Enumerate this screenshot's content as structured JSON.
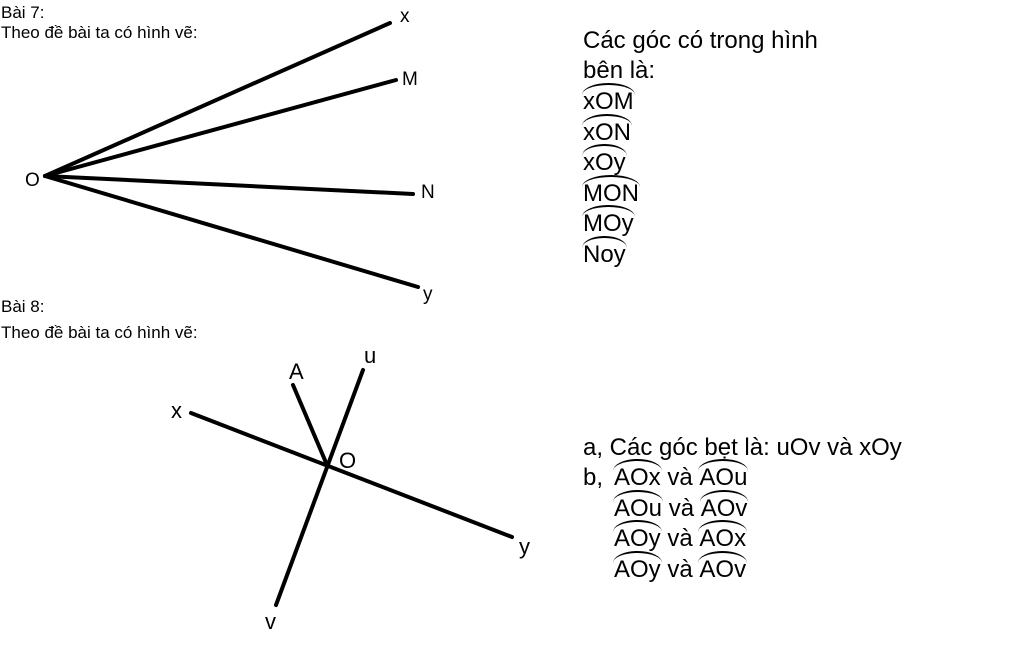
{
  "bai7": {
    "title": "Bài 7:",
    "intro": "Theo đề bài ta có hình vẽ:",
    "labels": {
      "O": "O",
      "x": "x",
      "M": "M",
      "N": "N",
      "y": "y"
    },
    "answer_heading_1": "Các góc có trong hình",
    "answer_heading_2": "bên là:",
    "angles": [
      "xOM",
      "xON",
      "xOy",
      "MON",
      "MOy",
      "Noy"
    ]
  },
  "bai8": {
    "title": "Bài 8:",
    "intro": "Theo đề bài ta có hình vẽ:",
    "labels": {
      "A": "A",
      "u": "u",
      "x": "x",
      "O": "O",
      "y": "y",
      "v": "v"
    },
    "part_a": "a, Các góc bẹt là: uOv và xOy",
    "part_b_prefix": "b,",
    "connector": "và",
    "pairs": [
      [
        "AOx",
        "AOu"
      ],
      [
        "AOu",
        "AOv"
      ],
      [
        "AOy",
        "AOx"
      ],
      [
        "AOy",
        "AOv"
      ]
    ]
  }
}
